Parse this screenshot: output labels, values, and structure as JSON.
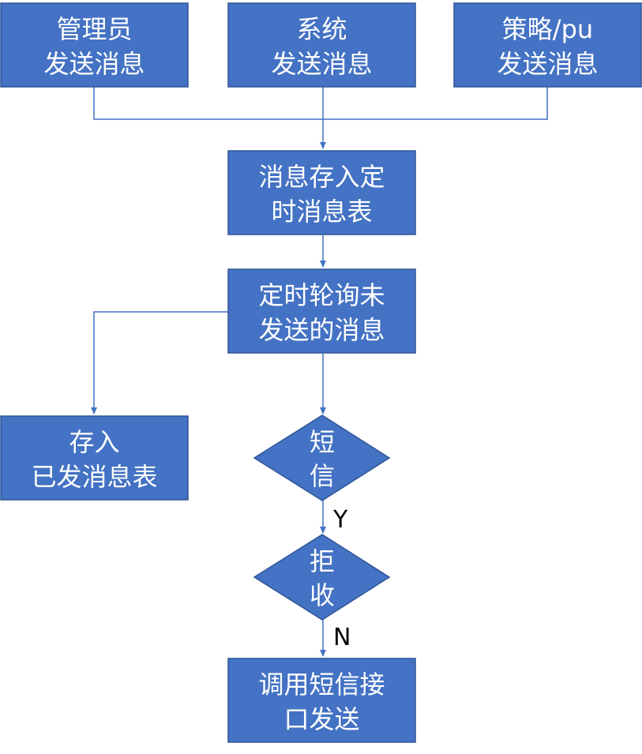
{
  "diagram": {
    "colors": {
      "node_fill": "#4472C4",
      "node_stroke": "#2F5597",
      "edge": "#4472C4",
      "node_text": "#FFFFFF",
      "label_text": "#000000"
    },
    "nodes": {
      "admin_send": {
        "shape": "rect",
        "lines": [
          "管理员",
          "发送消息"
        ]
      },
      "system_send": {
        "shape": "rect",
        "lines": [
          "系统",
          "发送消息"
        ]
      },
      "policy_send": {
        "shape": "rect",
        "lines": [
          "策略/pu",
          "发送消息"
        ]
      },
      "store_timed": {
        "shape": "rect",
        "lines": [
          "消息存入定",
          "时消息表"
        ]
      },
      "poll_unsent": {
        "shape": "rect",
        "lines": [
          "定时轮询未",
          "发送的消息"
        ]
      },
      "store_sent": {
        "shape": "rect",
        "lines": [
          "存入",
          "已发消息表"
        ]
      },
      "is_sms": {
        "shape": "diamond",
        "lines": [
          "短",
          "信"
        ]
      },
      "is_rejected": {
        "shape": "diamond",
        "lines": [
          "拒",
          "收"
        ]
      },
      "call_sms_api": {
        "shape": "rect",
        "lines": [
          "调用短信接",
          "口发送"
        ]
      }
    },
    "edges": [
      {
        "from": "admin_send",
        "to": "store_timed",
        "label": ""
      },
      {
        "from": "system_send",
        "to": "store_timed",
        "label": ""
      },
      {
        "from": "policy_send",
        "to": "store_timed",
        "label": ""
      },
      {
        "from": "store_timed",
        "to": "poll_unsent",
        "label": ""
      },
      {
        "from": "poll_unsent",
        "to": "store_sent",
        "label": ""
      },
      {
        "from": "poll_unsent",
        "to": "is_sms",
        "label": ""
      },
      {
        "from": "is_sms",
        "to": "is_rejected",
        "label": "Y"
      },
      {
        "from": "is_rejected",
        "to": "call_sms_api",
        "label": "N"
      }
    ]
  }
}
